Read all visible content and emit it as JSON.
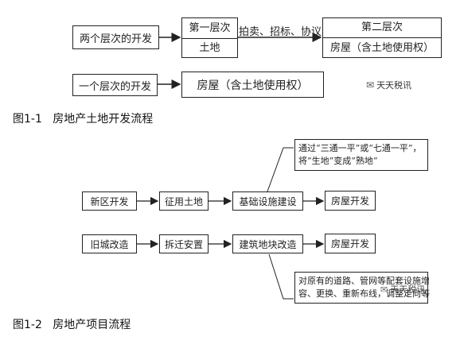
{
  "fig1": {
    "box_two_level": "两个层次的开发",
    "box_level1_title": "第一层次",
    "box_level1_sub": "土地",
    "arrow_label": "拍卖、招标、协议",
    "box_level2_title": "第二层次",
    "box_level2_sub": "房屋（含土地使用权）",
    "box_one_level": "一个层次的开发",
    "box_house": "房屋（含土地使用权）",
    "watermark": "天天税讯",
    "caption": "图1-1   房地产土地开发流程"
  },
  "fig2": {
    "row1": [
      "新区开发",
      "征用土地",
      "基础设施建设",
      "房屋开发"
    ],
    "note_top": [
      "通过“三通一平”或“七通一平”，",
      "将“生地”变成“熟地”"
    ],
    "row2": [
      "旧城改造",
      "拆迁安置",
      "建筑地块改造",
      "房屋开发"
    ],
    "note_bottom": [
      "对原有的道路、管网等配套设施增",
      "容、更换、重新布线，调整走向等"
    ],
    "watermark": "天天税讯",
    "caption": "图1-2   房地产项目流程"
  }
}
